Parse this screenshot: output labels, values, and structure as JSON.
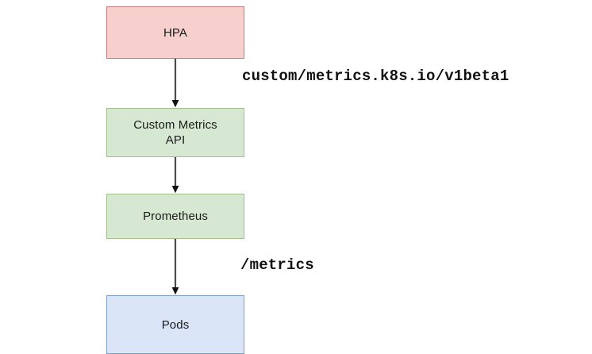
{
  "diagram": {
    "title": "HPA custom metrics flow",
    "background_color": "#ffffff",
    "nodes": [
      {
        "id": "hpa",
        "label": "HPA",
        "fill": "#f7cfcc",
        "stroke": "#c37b7b"
      },
      {
        "id": "custom-metrics-api",
        "label": "Custom Metrics\nAPI",
        "fill": "#d7e8d2",
        "stroke": "#a2c08e"
      },
      {
        "id": "prometheus",
        "label": "Prometheus",
        "fill": "#d7e8d2",
        "stroke": "#a2c08e"
      },
      {
        "id": "pods",
        "label": "Pods",
        "fill": "#dae6f8",
        "stroke": "#7f9dc6"
      }
    ],
    "edges": [
      {
        "id": "hpa-to-custom-metrics-api",
        "from": "hpa",
        "to": "custom-metrics-api",
        "label": "custom/metrics.k8s.io/v1beta1",
        "color": "#3f3f3f"
      },
      {
        "id": "custom-metrics-api-to-prometheus",
        "from": "custom-metrics-api",
        "to": "prometheus",
        "label": "",
        "color": "#3f3f3f"
      },
      {
        "id": "prometheus-to-pods",
        "from": "prometheus",
        "to": "pods",
        "label": "/metrics",
        "color": "#3f3f3f"
      }
    ]
  }
}
